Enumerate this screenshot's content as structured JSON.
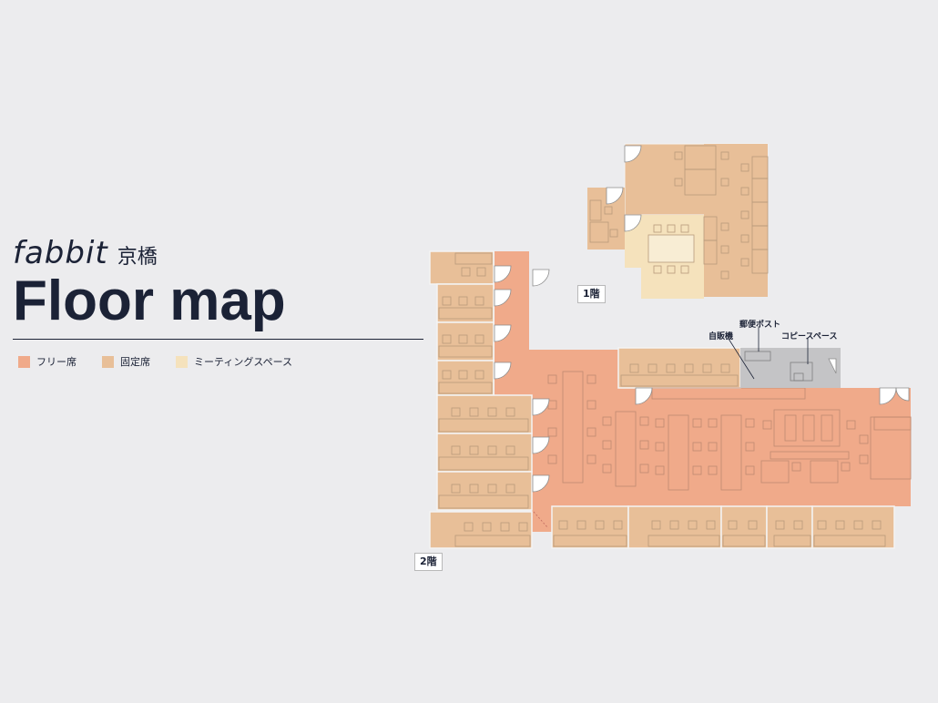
{
  "header": {
    "brand": "fabbit",
    "location": "京橋",
    "title": "Floor map"
  },
  "legend": [
    {
      "label": "フリー席",
      "color": "#f0aa8a"
    },
    {
      "label": "固定席",
      "color": "#e8bf98"
    },
    {
      "label": "ミーティングスペース",
      "color": "#f5e2bc"
    }
  ],
  "floors": {
    "first": "1階",
    "second": "2階"
  },
  "facilities": {
    "vending": "自販機",
    "mailbox": "郵便ポスト",
    "copy": "コピースペース"
  },
  "colors": {
    "free": "#f0aa8a",
    "fixed": "#e8bf98",
    "meeting": "#f5e2bc",
    "facility": "#c4c4c6",
    "background": "#ececee"
  }
}
